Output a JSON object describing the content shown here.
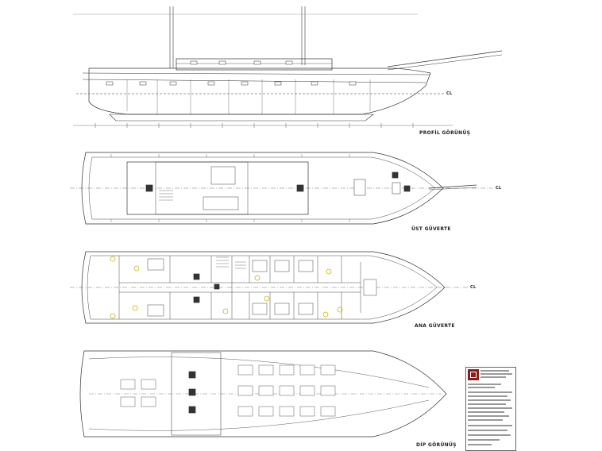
{
  "drawing": {
    "views": [
      {
        "id": "profile",
        "label": "PROFİL GÖRÜNÜŞ"
      },
      {
        "id": "upper-deck",
        "label": "ÜST GÜVERTE"
      },
      {
        "id": "main-deck",
        "label": "ANA GÜVERTE"
      },
      {
        "id": "bottom",
        "label": "DİP GÖRÜNÜŞ"
      }
    ],
    "centerline_label": "CL",
    "colors": {
      "line": "#333333",
      "frame": "#777777",
      "accent": "#c9b400",
      "logo": "#8a1c1c"
    }
  }
}
